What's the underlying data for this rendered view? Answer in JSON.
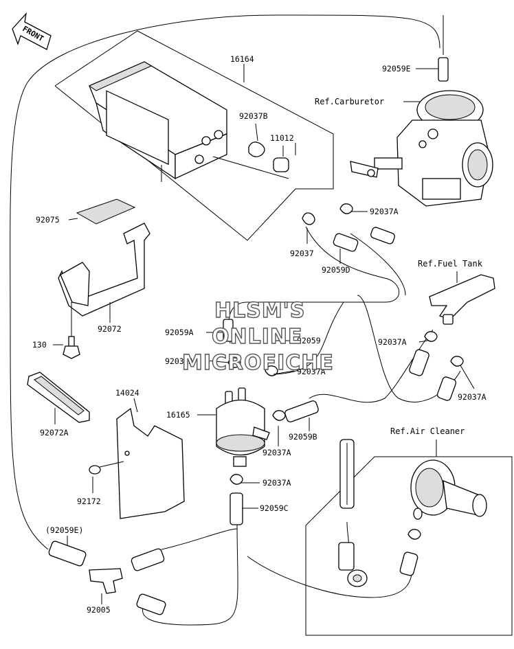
{
  "front_label": "FRONT",
  "refs": {
    "carburetor": "Ref.Carburetor",
    "fuel_tank": "Ref.Fuel Tank",
    "air_cleaner": "Ref.Air Cleaner"
  },
  "parts": {
    "p16164": "16164",
    "p92037B": "92037B",
    "p11012": "11012",
    "p92059E": "92059E",
    "p92037A_top": "92037A",
    "p92037": "92037",
    "p92059D": "92059D",
    "p92075": "92075",
    "p92072": "92072",
    "p130": "130",
    "p92059A": "92059A",
    "p92059": "92059",
    "p92037A_left": "92037A",
    "p92037A_mid": "92037A",
    "p92037A_tank_l": "92037A",
    "p92037A_tank_r": "92037A",
    "p92072A": "92072A",
    "p14024": "14024",
    "p16165": "16165",
    "p92059B": "92059B",
    "p92037A_low": "92037A",
    "p92037A_bot": "92037A",
    "p92172": "92172",
    "p92059C": "92059C",
    "p92059E_paren": "(92059E)",
    "p92005": "92005"
  },
  "watermark": {
    "line1": "HLSM'S",
    "line2": "ONLINE",
    "line3": "MICROFICHE"
  }
}
